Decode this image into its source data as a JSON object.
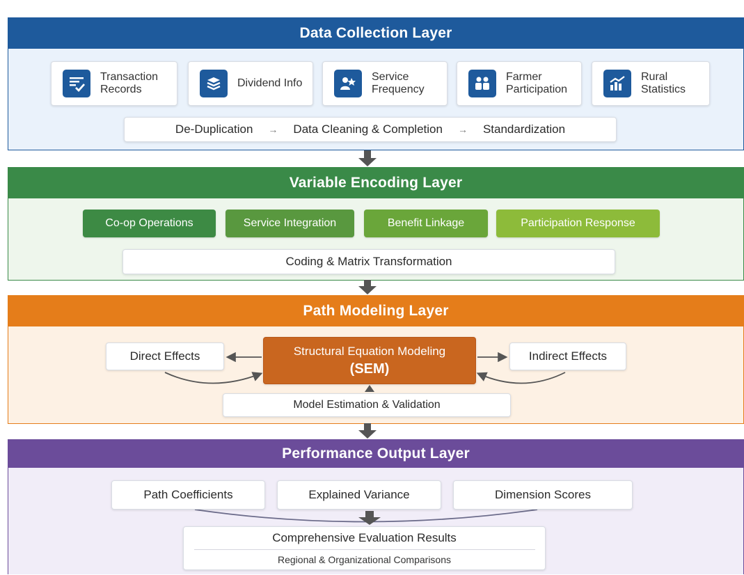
{
  "collection": {
    "title": "Data Collection Layer",
    "sources": [
      {
        "line1": "Transaction",
        "line2": "Records",
        "icon": "document-check-icon"
      },
      {
        "line1": "Dividend Info",
        "line2": "",
        "icon": "coins-stack-icon"
      },
      {
        "line1": "Service",
        "line2": "Frequency",
        "icon": "service-people-icon"
      },
      {
        "line1": "Farmer",
        "line2": "Participation",
        "icon": "farmers-group-icon"
      },
      {
        "line1": "Rural",
        "line2": "Statistics",
        "icon": "bar-chart-icon"
      }
    ],
    "pipeline": [
      "De-Duplication",
      "Data Cleaning & Completion",
      "Standardization"
    ],
    "arrow_symbol": "→"
  },
  "encoding": {
    "title": "Variable Encoding Layer",
    "variables": [
      "Co-op Operations",
      "Service Integration",
      "Benefit Linkage",
      "Participation Response"
    ],
    "transform": "Coding & Matrix Transformation"
  },
  "path": {
    "title": "Path Modeling Layer",
    "direct": "Direct Effects",
    "sem_line1": "Structural Equation Modeling",
    "sem_line2": "(SEM)",
    "indirect": "Indirect Effects",
    "estimation": "Model Estimation & Validation"
  },
  "output": {
    "title": "Performance Output Layer",
    "metrics": [
      "Path Coefficients",
      "Explained Variance",
      "Dimension Scores"
    ],
    "results": "Comprehensive Evaluation Results",
    "comparisons": "Regional & Organizational Comparisons"
  },
  "colors": {
    "blue": "#1e5a9c",
    "green": "#3a8a48",
    "orange": "#e57d1a",
    "purple": "#6b4c9a",
    "sem": "#c9661f"
  }
}
